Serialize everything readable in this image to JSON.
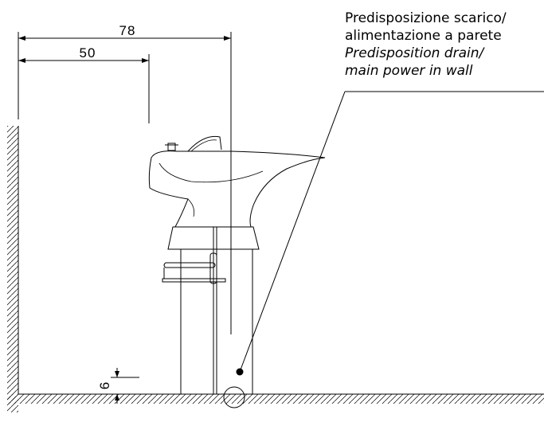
{
  "dimensions": {
    "overall_depth": "78",
    "wall_to_axis": "50",
    "floor_clearance": "6"
  },
  "callout": {
    "it_line1": "Predisposizione scarico/",
    "it_line2": "alimentazione a parete",
    "en_line1": "Predisposition drain/",
    "en_line2": "main power in wall"
  }
}
